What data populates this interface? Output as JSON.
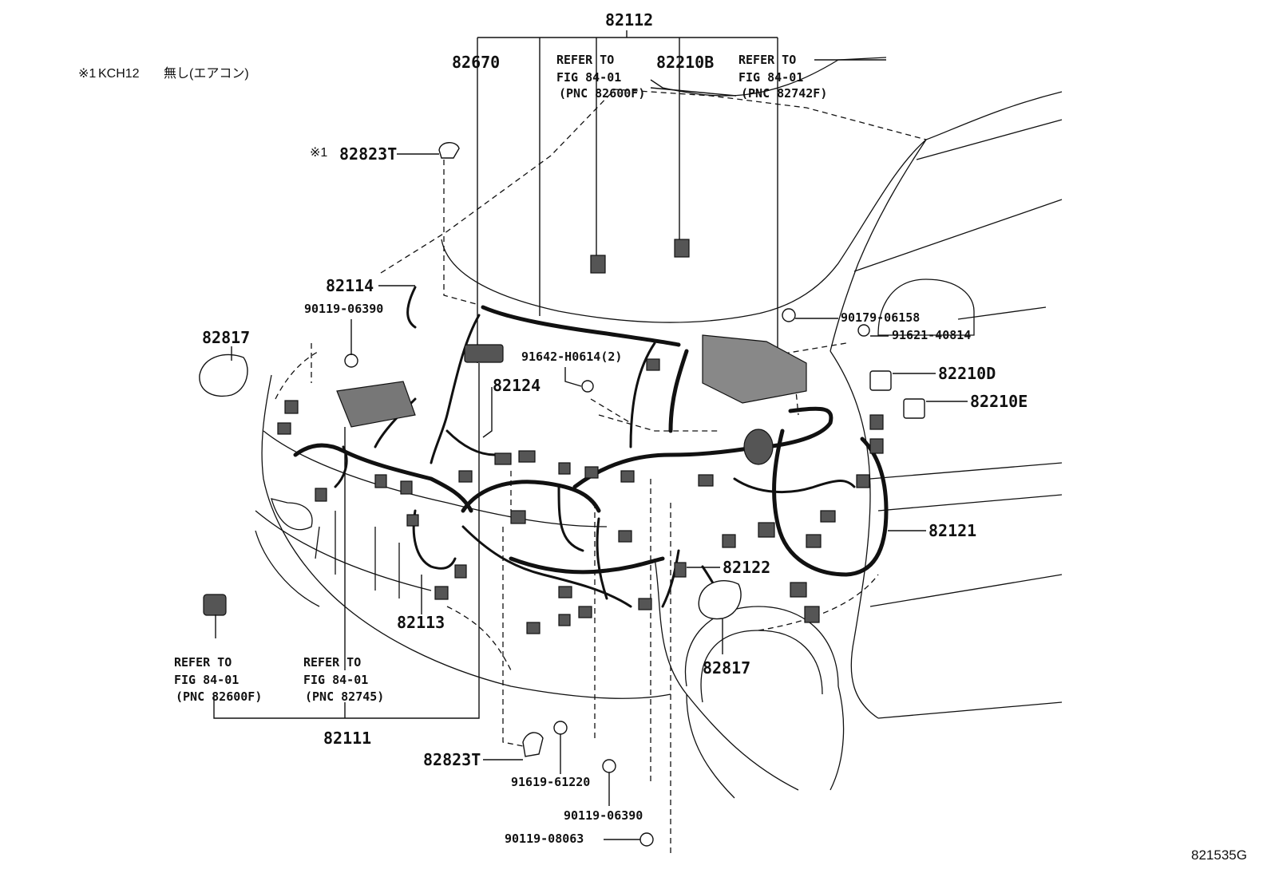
{
  "note": {
    "symbol": "※1",
    "model": "KCH12",
    "text": "無し(エアコン)"
  },
  "part_numbers": {
    "harness_engine_room": "82112",
    "relay_block_top": "82670",
    "connector_82210b": "82210B",
    "refer_upper_left": {
      "line1": "REFER TO",
      "line2": "FIG 84-01",
      "line3": "(PNC 82600F)"
    },
    "refer_upper_right": {
      "line1": "REFER TO",
      "line2": "FIG 84-01",
      "line3": "(PNC 82742F)"
    },
    "clamp_82823t_top": "82823T",
    "clamp_82823t_top_prefix": "※1",
    "wire_82114": "82114",
    "bolt_90119_06390_left": "90119-06390",
    "bracket_82817_left": "82817",
    "nut_91642": "91642-H0614(2)",
    "wire_82124": "82124",
    "bolt_90179_06158": "90179-06158",
    "bolt_91621_40814": "91621-40814",
    "connector_82210d": "82210D",
    "connector_82210e": "82210E",
    "wire_82121": "82121",
    "wire_82122": "82122",
    "bracket_82817_right": "82817",
    "wire_82113": "82113",
    "refer_lower_left": {
      "line1": "REFER TO",
      "line2": "FIG 84-01",
      "line3": "(PNC 82600F)"
    },
    "refer_lower_mid": {
      "line1": "REFER TO",
      "line2": "FIG 84-01",
      "line3": "(PNC 82745)"
    },
    "harness_82111": "82111",
    "clamp_82823t_bottom": "82823T",
    "bolt_91619_61220": "91619-61220",
    "bolt_90119_06390_bottom": "90119-06390",
    "bolt_90119_08063": "90119-08063"
  },
  "illustration_id": "821535G"
}
